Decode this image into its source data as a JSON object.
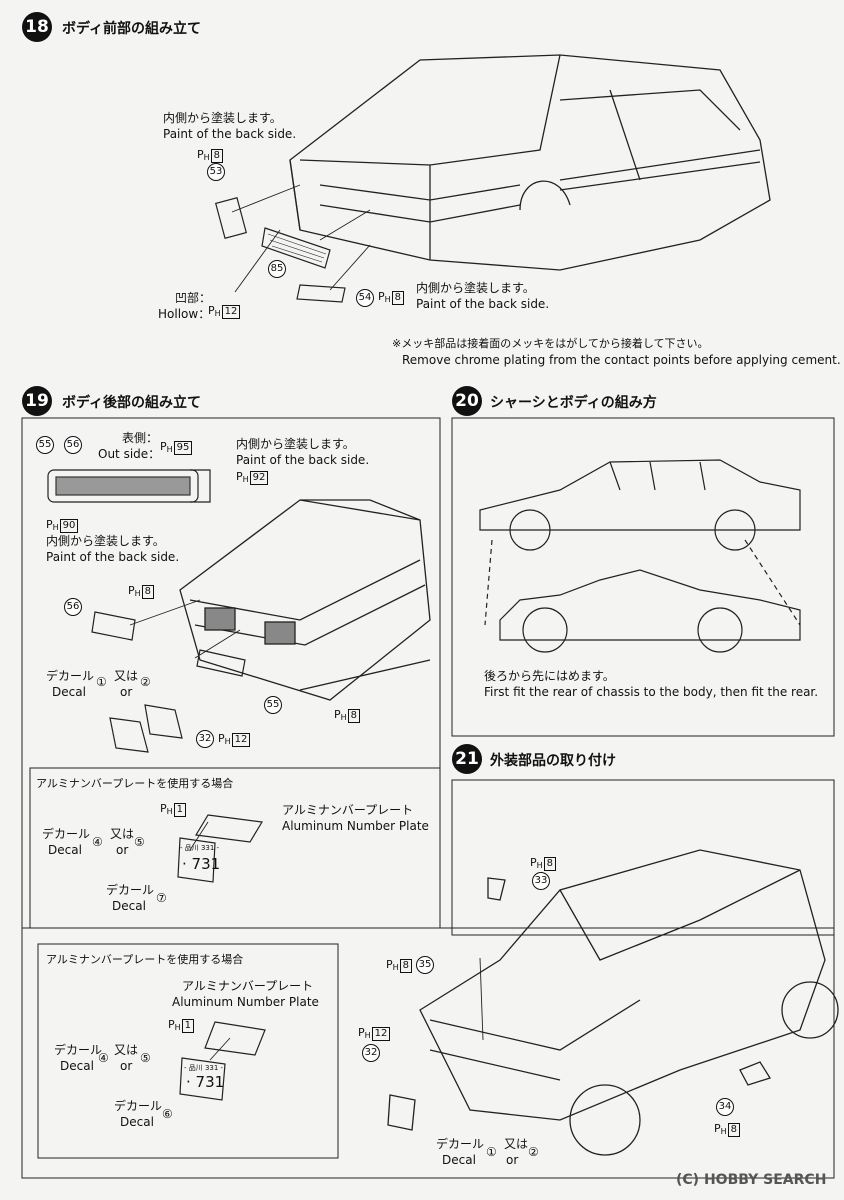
{
  "step18": {
    "number": "18",
    "title": "ボディ前部の組み立て",
    "note_jp_1": "内側から塗装します。",
    "note_en_1": "Paint of the back side.",
    "ph_a": "8",
    "part_53": "53",
    "part_85": "85",
    "hollow_jp": "凹部：",
    "hollow_en": "Hollow：",
    "ph_b": "12",
    "note_jp_2": "内側から塗装します。",
    "note_en_2": "Paint of the back side.",
    "part_54": "54",
    "ph_c": "8",
    "chrome_jp": "※メッキ部品は接着面のメッキをはがしてから接着して下さい。",
    "chrome_en": "Remove chrome plating from the contact points before applying cement."
  },
  "step19": {
    "number": "19",
    "title": "ボディ後部の組み立て",
    "part_55": "55",
    "part_56": "56",
    "outside_jp": "表側：",
    "outside_en": "Out side：",
    "ph_95": "95",
    "note_jp_1": "内側から塗装します。",
    "note_en_1": "Paint of the back side.",
    "ph_92": "92",
    "ph_90": "90",
    "note_jp_2": "内側から塗装します。",
    "note_en_2": "Paint of the back side.",
    "ph_8a": "8",
    "part_56b": "56",
    "decal_jp": "デカール",
    "decal_en": "Decal",
    "d1": "①",
    "or_jp": "又は",
    "or_en": "or",
    "d2": "②",
    "part_55b": "55",
    "ph_8b": "8",
    "part_32": "32",
    "ph_12": "12"
  },
  "alum1": {
    "title": "アルミナンバープレートを使用する場合",
    "ph_1": "1",
    "plate_jp": "アルミナンバープレート",
    "plate_en": "Aluminum Number Plate",
    "decal_jp": "デカール",
    "decal_en": "Decal",
    "d4": "④",
    "or_jp": "又は",
    "or_en": "or",
    "d5": "⑤",
    "decal2_jp": "デカール",
    "decal2_en": "Decal",
    "d7": "⑦",
    "plate_top": "- 品川 331 -",
    "plate_num": "· 731"
  },
  "step20": {
    "number": "20",
    "title": "シャーシとボディの組み方",
    "note_jp": "後ろから先にはめます。",
    "note_en": "First fit the rear of chassis to the body, then fit the rear."
  },
  "step21": {
    "number": "21",
    "title": "外装部品の取り付け",
    "ph_8a": "8",
    "part_33": "33",
    "ph_8b": "8",
    "part_35": "35",
    "ph_12": "12",
    "part_32": "32",
    "part_34": "34",
    "ph_8c": "8",
    "decal_jp": "デカール",
    "decal_en": "Decal",
    "d1": "①",
    "or_jp": "又は",
    "or_en": "or",
    "d2": "②"
  },
  "alum2": {
    "title": "アルミナンバープレートを使用する場合",
    "plate_jp": "アルミナンバープレート",
    "plate_en": "Aluminum Number Plate",
    "ph_1": "1",
    "decal_jp": "デカール",
    "decal_en": "Decal",
    "d4": "④",
    "or_jp": "又は",
    "or_en": "or",
    "d5": "⑤",
    "decal2_jp": "デカール",
    "decal2_en": "Decal",
    "d6": "⑥",
    "plate_top": "- 品川 331 -",
    "plate_num": "· 731"
  },
  "watermark": "(C) HOBBY SEARCH",
  "ph_prefix": "P",
  "ph_sub": "H"
}
